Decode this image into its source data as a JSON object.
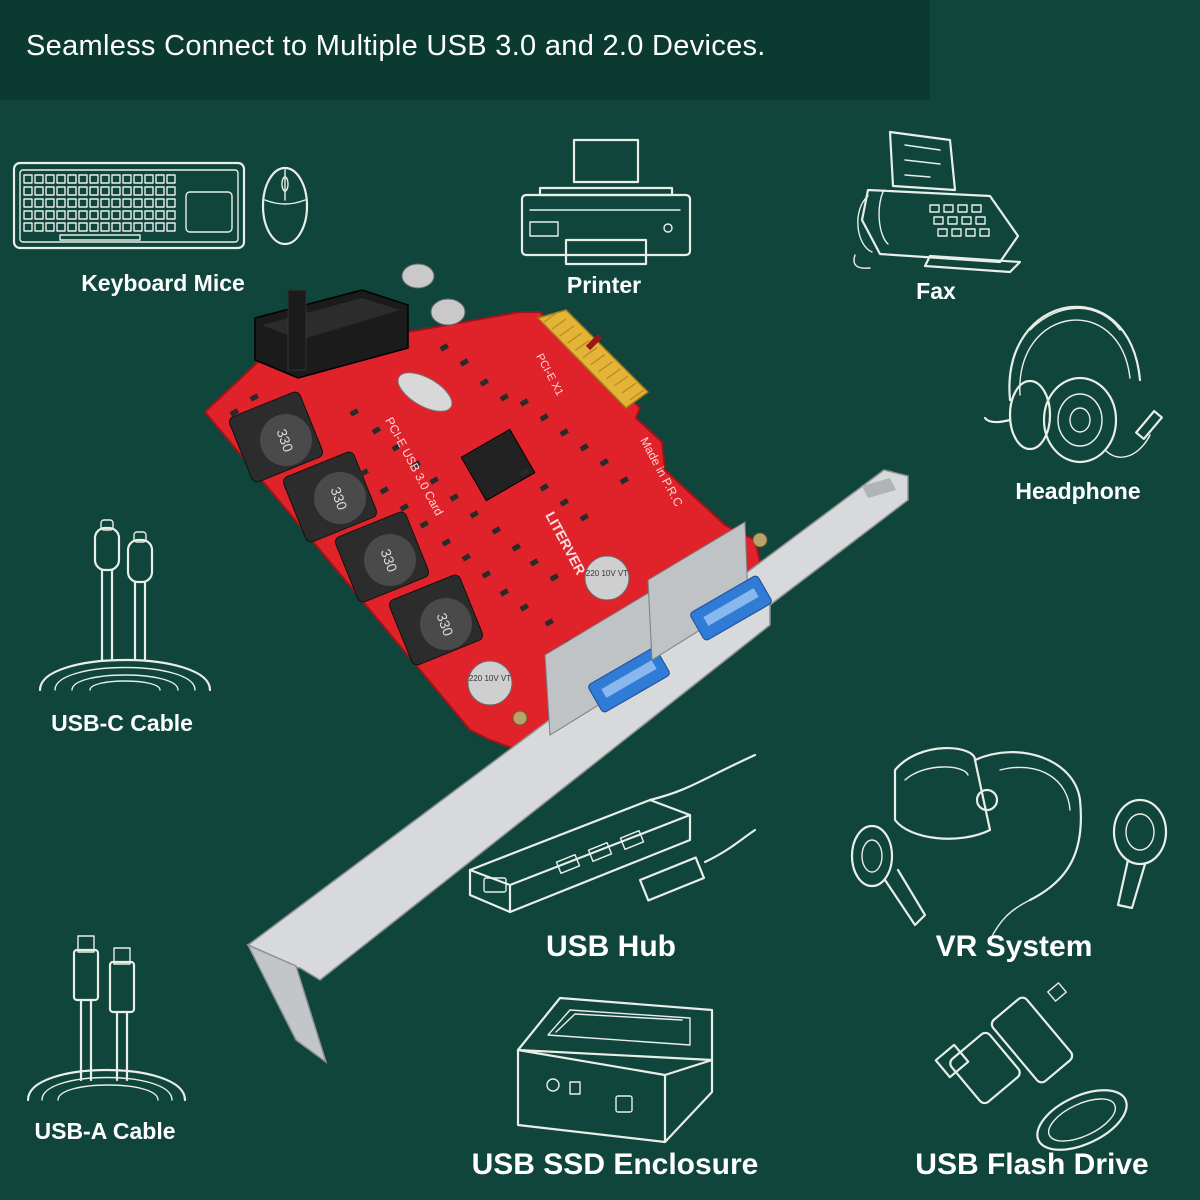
{
  "banner": {
    "title": "Seamless Connect to Multiple USB 3.0 and 2.0 Devices."
  },
  "devices": {
    "keyboard_mice": "Keyboard Mice",
    "printer": "Printer",
    "fax": "Fax",
    "headphone": "Headphone",
    "usb_c_cable": "USB-C Cable",
    "usb_a_cable": "USB-A Cable",
    "usb_hub": "USB Hub",
    "vr_system": "VR System",
    "usb_ssd_enclosure": "USB SSD Enclosure",
    "usb_flash_drive": "USB Flash Drive"
  },
  "card": {
    "pcb_text": "PCI-E USB 3.0 Card",
    "brand": "LITERVER",
    "origin": "Made in P.R.C",
    "slot": "PCI-E X1",
    "inductor_mark": "330",
    "capacitor_mark": "220 10V VT",
    "pcb_color": "#e0232b",
    "bracket_color": "#d7d9db"
  },
  "colors": {
    "background": "#0f453a",
    "banner": "#0b3a31",
    "line_art": "#e9eee9",
    "usb3_blue": "#2f7bd6"
  }
}
